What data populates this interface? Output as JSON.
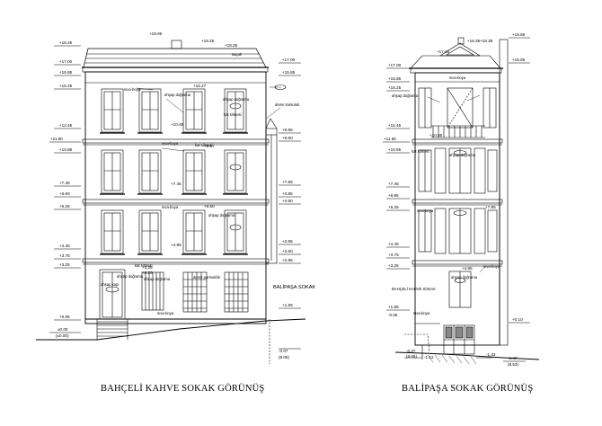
{
  "captions": {
    "left": "BAHÇELİ KAHVE SOKAK GÖRÜNÜŞ",
    "right": "BALİPAŞA SOKAK GÖRÜNÜŞ"
  },
  "street_labels": {
    "left_side": "BALİPAŞA SOKAK",
    "right_side": "BAHÇELİ KAHVE SOKAK"
  },
  "left_elevation": {
    "roof_top": "+19.85",
    "roof_eave": "+19.25",
    "parapet_right": "+18.25",
    "left_levels": [
      "+18.25",
      "+17.00",
      "+15.85",
      "+15.25",
      "+12.45",
      "+11.60",
      "+10.85",
      "+7.45",
      "+6.60",
      "+6.25",
      "+4.45",
      "+3.75",
      "+3.25",
      "+0.85",
      "±0.00",
      "(±0.00)"
    ],
    "right_levels": [
      "+17.00",
      "+15.85",
      "+9.85",
      "+9.60",
      "+7.85",
      "+4.85",
      "+4.60",
      "+3.85",
      "+3.60",
      "+2.85",
      "+1.85"
    ],
    "bottom_right_level": "-0.07",
    "bottom_right_sub": "(8.05)",
    "interior_levels": [
      "+15.27",
      "+10.45",
      "+9.87",
      "+7.45",
      "+6.60",
      "+4.85",
      "+3.25",
      "+0.25"
    ],
    "notes": [
      "ahşap doğrama",
      "demir korkuluk",
      "kat silmesi",
      "ahşap doğrama",
      "saçak",
      "kat silmesi",
      "kat silmesi",
      "ahşap doğrama",
      "ahşap doğrama",
      "demir parmaklık",
      "ahşap kapı",
      "ahşap doğrama",
      "sıva-boya",
      "sıva-boya",
      "sıva-boya",
      "sıva-boya"
    ]
  },
  "right_elevation": {
    "roof_top": "+18.35",
    "roof_top_right": "+18.85",
    "roof_mid": "+17.00",
    "left_levels": [
      "+17.00",
      "+15.85",
      "+15.25",
      "+12.45",
      "+11.60",
      "+10.85",
      "+7.45",
      "+6.85",
      "+6.25",
      "+4.45",
      "+3.75",
      "+3.25",
      "+1.85",
      "-0.05"
    ],
    "right_levels": [
      "+18.35",
      "+15.85",
      "+10.85",
      "+7.85",
      "+4.85",
      "+0.10"
    ],
    "bottom_levels": [
      "-0.37",
      "(8.05)",
      "-1.12",
      "-1.33",
      "-1.47",
      "(8.53)"
    ],
    "notes": [
      "sıva-boya",
      "ahşap doğrama",
      "kat silmesi",
      "ahşap doğrama",
      "sıva-boya",
      "ahşap doğrama",
      "sıva-boya",
      "sıva-boya"
    ]
  }
}
